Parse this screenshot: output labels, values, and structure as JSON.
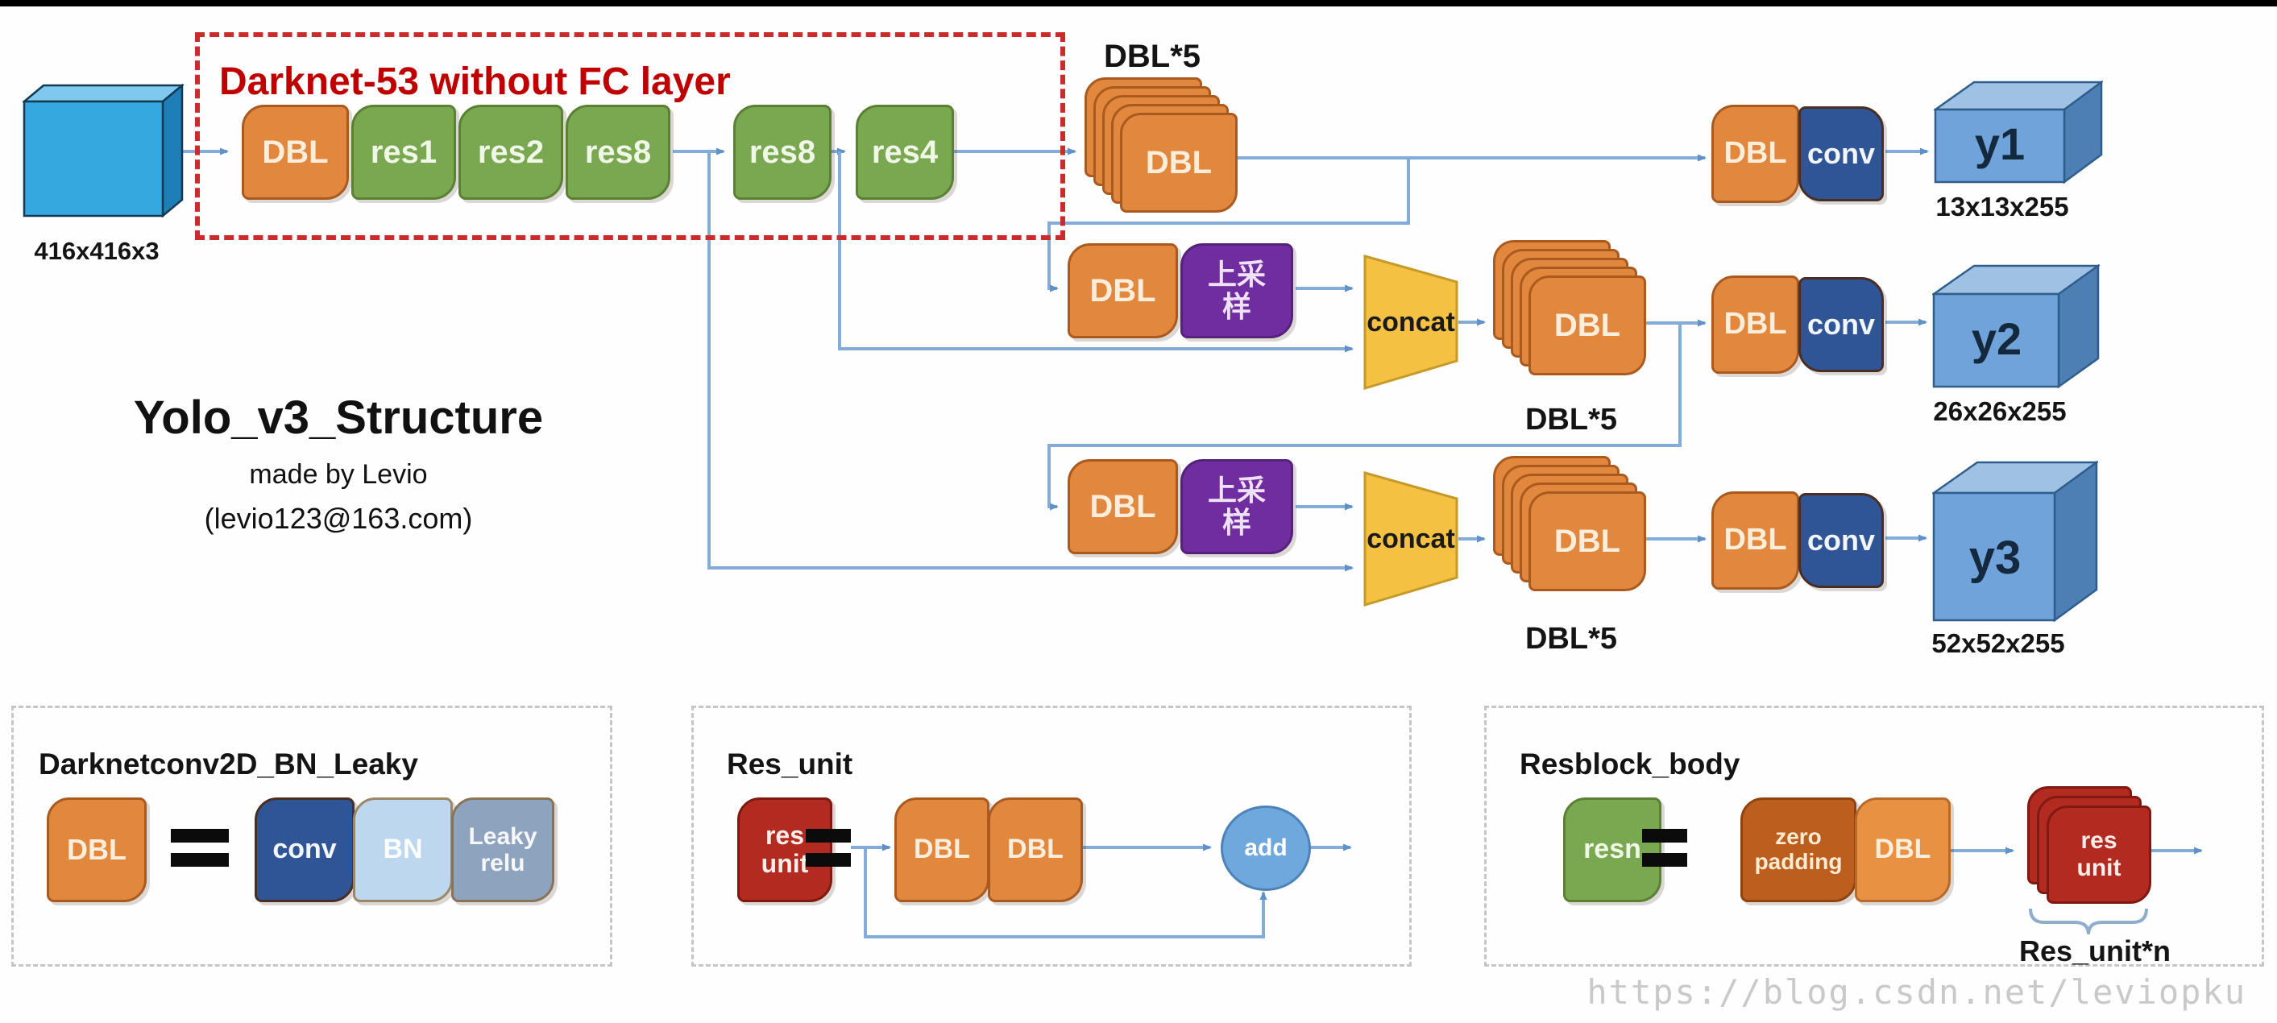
{
  "watermark": {
    "text": "https://blog.csdn.net/leviopku"
  },
  "title_block": {
    "title": "Yolo_v3_Structure",
    "subtitle": "made by Levio",
    "contact": "(levio123@163.com)"
  },
  "darknet": {
    "box_title": "Darknet-53 without FC layer"
  },
  "input": {
    "dims": "416x416x3"
  },
  "labels": {
    "dbl": "DBL",
    "conv": "conv",
    "concat": "concat",
    "dbl5": "DBL*5",
    "upsample_l1": "上采",
    "upsample_l2": "样",
    "add": "add"
  },
  "backbone": {
    "blocks": [
      "DBL",
      "res1",
      "res2",
      "res8",
      "res8",
      "res4"
    ]
  },
  "outputs": [
    {
      "name": "y1",
      "dims": "13x13x255"
    },
    {
      "name": "y2",
      "dims": "26x26x255"
    },
    {
      "name": "y3",
      "dims": "52x52x255"
    }
  ],
  "legend_dbl": {
    "title": "Darknetconv2D_BN_Leaky",
    "dbl": "DBL",
    "conv": "conv",
    "bn": "BN",
    "leaky_l1": "Leaky",
    "leaky_l2": "relu"
  },
  "legend_res_unit": {
    "title": "Res_unit",
    "res_l1": "res",
    "res_l2": "unit",
    "dbl_a": "DBL",
    "dbl_b": "DBL",
    "add": "add"
  },
  "legend_resblock": {
    "title": "Resblock_body",
    "resn": "resn",
    "zero_l1": "zero",
    "zero_l2": "padding",
    "dbl": "DBL",
    "res_l1": "res",
    "res_l2": "unit",
    "count_label": "Res_unit*n"
  },
  "colors": {
    "accent_red": "#C00000",
    "orange": "#E1873E",
    "green": "#79A851",
    "purple": "#6F2DA0",
    "navy": "#2F5597",
    "yellow": "#F4C142",
    "cube_blue": "#6FA3D9",
    "input_blue": "#35A8E0",
    "line_blue": "#84ACD8",
    "dark_red": "#B22A20",
    "brown": "#BC5E1E"
  }
}
